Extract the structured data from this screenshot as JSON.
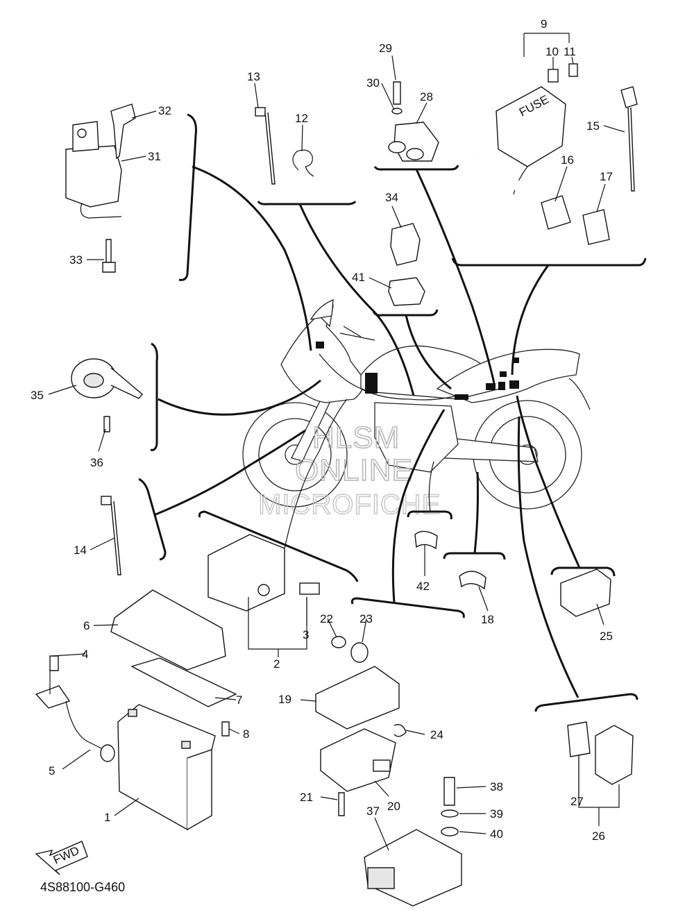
{
  "diagram_code": "4S88100-G460",
  "fwd_label": "FWD",
  "watermark": {
    "line1": "HLSM",
    "line2": "ONLINE",
    "line3": "MICROFICHE"
  },
  "callouts": [
    "1",
    "2",
    "3",
    "4",
    "5",
    "6",
    "7",
    "8",
    "9",
    "10",
    "11",
    "12",
    "13",
    "14",
    "15",
    "16",
    "17",
    "18",
    "19",
    "20",
    "21",
    "22",
    "23",
    "24",
    "25",
    "26",
    "27",
    "28",
    "29",
    "30",
    "31",
    "32",
    "33",
    "34",
    "35",
    "36",
    "37",
    "38",
    "39",
    "40",
    "41",
    "42"
  ],
  "fuse_label": "FUSE"
}
